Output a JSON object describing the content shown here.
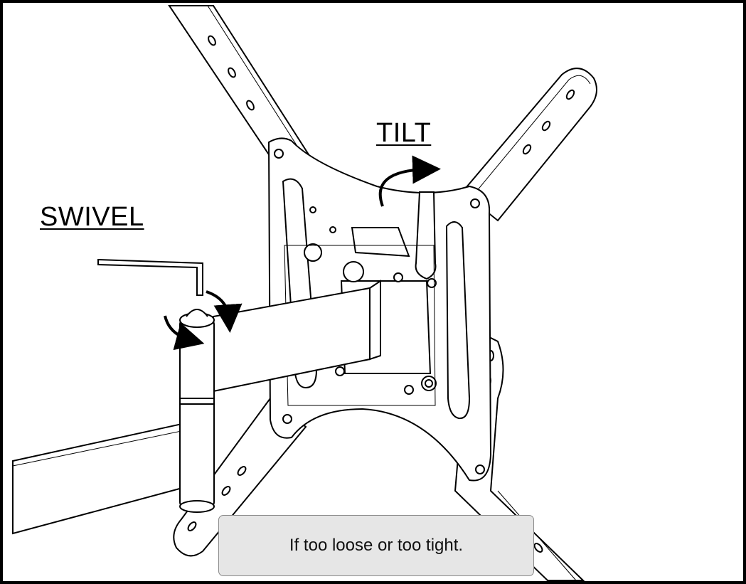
{
  "labels": {
    "tilt": "TILT",
    "swivel": "SWIVEL"
  },
  "note": {
    "text": "If too loose or too tight."
  },
  "icons": [
    "hex-key-icon",
    "rotate-arrow-icon"
  ],
  "colors": {
    "line": "#000000",
    "note_background": "#e6e6e6",
    "note_border": "#8a8a8a",
    "background": "#ffffff"
  }
}
